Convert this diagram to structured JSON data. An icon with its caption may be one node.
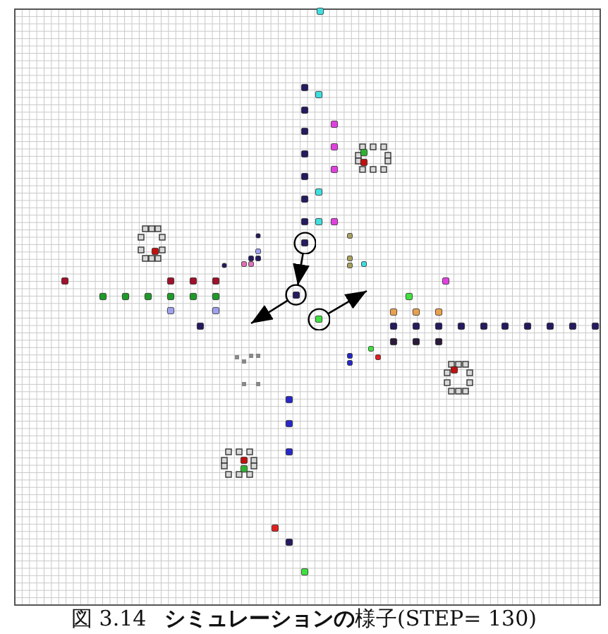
{
  "diagram": {
    "caption": "図 3.14 **シミュレーションの**様子(STEP= 130)",
    "nodes": [
      {
        "text": [],
        "shape": "circle"
      },
      {
        "text": [],
        "shape": "circle"
      },
      {
        "text": [],
        "shape": "circle"
      }
    ],
    "edges": [
      {
        "from": 0,
        "to": 1,
        "arrow": "to"
      },
      {
        "from": 1,
        "to": null,
        "arrow": "to"
      },
      {
        "from": 2,
        "to": null,
        "arrow": "to"
      }
    ]
  }
}
